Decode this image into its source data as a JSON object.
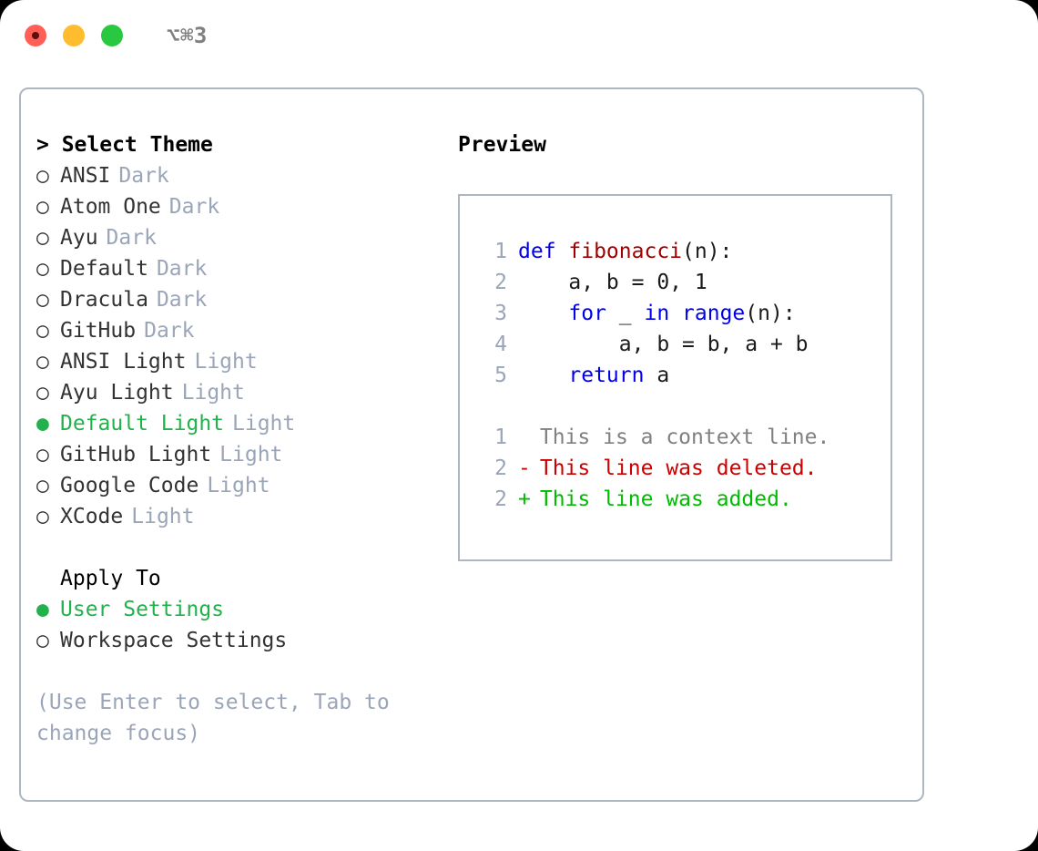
{
  "titlebar": {
    "shortcut": "⌥⌘3",
    "lights": [
      {
        "name": "close-button",
        "color": "#ff5f57"
      },
      {
        "name": "minimize-button",
        "color": "#febc2e"
      },
      {
        "name": "maximize-button",
        "color": "#28c840"
      }
    ]
  },
  "theme_panel": {
    "header": "> Select Theme",
    "items": [
      {
        "selected": false,
        "marker": "○",
        "name": "ANSI",
        "tag": "Dark"
      },
      {
        "selected": false,
        "marker": "○",
        "name": "Atom One",
        "tag": "Dark"
      },
      {
        "selected": false,
        "marker": "○",
        "name": "Ayu",
        "tag": "Dark"
      },
      {
        "selected": false,
        "marker": "○",
        "name": "Default",
        "tag": "Dark"
      },
      {
        "selected": false,
        "marker": "○",
        "name": "Dracula",
        "tag": "Dark"
      },
      {
        "selected": false,
        "marker": "○",
        "name": "GitHub",
        "tag": "Dark"
      },
      {
        "selected": false,
        "marker": "○",
        "name": "ANSI Light",
        "tag": "Light"
      },
      {
        "selected": false,
        "marker": "○",
        "name": "Ayu Light",
        "tag": "Light"
      },
      {
        "selected": true,
        "marker": "●",
        "name": "Default Light",
        "tag": "Light"
      },
      {
        "selected": false,
        "marker": "○",
        "name": "GitHub Light",
        "tag": "Light"
      },
      {
        "selected": false,
        "marker": "○",
        "name": "Google Code",
        "tag": "Light"
      },
      {
        "selected": false,
        "marker": "○",
        "name": "XCode",
        "tag": "Light"
      }
    ]
  },
  "apply_to": {
    "header": "Apply To",
    "options": [
      {
        "selected": true,
        "marker": "●",
        "label": "User Settings"
      },
      {
        "selected": false,
        "marker": "○",
        "label": "Workspace Settings"
      }
    ]
  },
  "hint": "(Use Enter to select, Tab to change focus)",
  "preview": {
    "header": "Preview",
    "code_lines": [
      {
        "lineno": "1",
        "tokens": [
          {
            "text": "def ",
            "type": "kw"
          },
          {
            "text": "fibonacci",
            "type": "fn"
          },
          {
            "text": "(n):",
            "type": "plain"
          }
        ]
      },
      {
        "lineno": "2",
        "tokens": [
          {
            "text": "    a, b = 0, 1",
            "type": "plain"
          }
        ]
      },
      {
        "lineno": "3",
        "tokens": [
          {
            "text": "    ",
            "type": "plain"
          },
          {
            "text": "for",
            "type": "kw"
          },
          {
            "text": " _ ",
            "type": "plain"
          },
          {
            "text": "in",
            "type": "kw"
          },
          {
            "text": " ",
            "type": "plain"
          },
          {
            "text": "range",
            "type": "kw"
          },
          {
            "text": "(n):",
            "type": "plain"
          }
        ]
      },
      {
        "lineno": "4",
        "tokens": [
          {
            "text": "        a, b = b, a + b",
            "type": "plain"
          }
        ]
      },
      {
        "lineno": "5",
        "tokens": [
          {
            "text": "    ",
            "type": "plain"
          },
          {
            "text": "return",
            "type": "kw"
          },
          {
            "text": " a",
            "type": "plain"
          }
        ]
      }
    ],
    "diff_lines": [
      {
        "lineno": "1",
        "marker": " ",
        "text": "This is a context line.",
        "kind": "ctx"
      },
      {
        "lineno": "2",
        "marker": "-",
        "text": "This line was deleted.",
        "kind": "del"
      },
      {
        "lineno": "2",
        "marker": "+",
        "text": "This line was added.",
        "kind": "add"
      }
    ]
  },
  "colors": {
    "accent_green": "#22b14c",
    "muted": "#9aa5b8",
    "border": "#aeb6c2",
    "keyword": "#0000ee",
    "function": "#a00000",
    "diff_added": "#00bb00",
    "diff_deleted": "#cc0000"
  }
}
